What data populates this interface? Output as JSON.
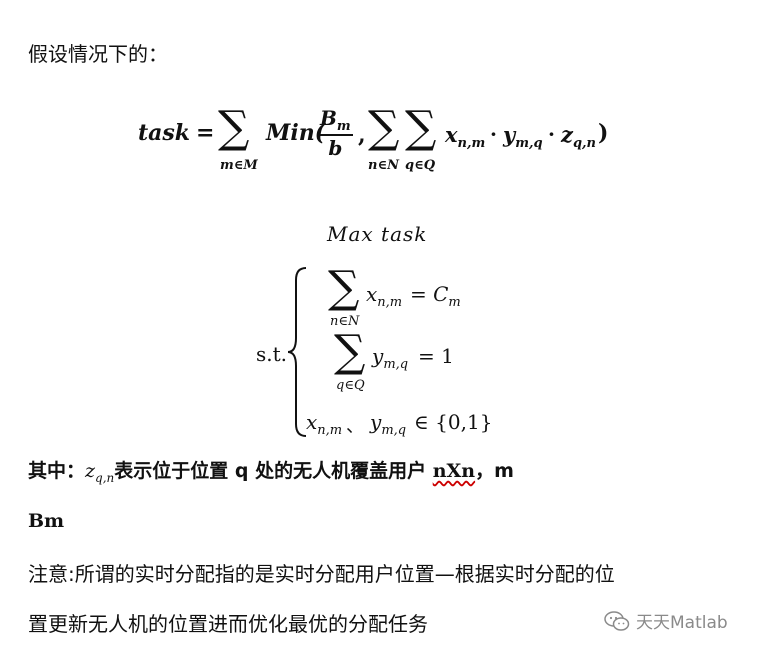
{
  "intro": "假设情况下的：",
  "task_eq": {
    "lhs": "task",
    "eq": "=",
    "min": "Min(",
    "frac_num": "B",
    "frac_num_sub": "m",
    "frac_den": "b",
    "comma": ",",
    "sum1_sub": "m∈M",
    "sum2_sub": "n∈N",
    "sum3_sub": "q∈Q",
    "x": "x",
    "x_sub": "n,m",
    "dot": "·",
    "y": "y",
    "y_sub": "m,q",
    "z": "z",
    "z_sub": "q,n",
    "close": ")"
  },
  "objective": "Max task",
  "constraints": {
    "st": "s.t.",
    "c1_sub": "n∈N",
    "c1_x": "x",
    "c1_x_sub": "n,m",
    "c1_rhs": "= C",
    "c1_rhs_sub": "m",
    "c2_sub": "q∈Q",
    "c2_y": "y",
    "c2_y_sub": "m,q",
    "c2_rhs": "= 1",
    "c3_x": "x",
    "c3_x_sub": "n,m",
    "c3_sep": "、",
    "c3_y": "y",
    "c3_y_sub": "m,q",
    "c3_rhs": "∈ {0,1}"
  },
  "where": {
    "prefix": "其中：",
    "z": "z",
    "z_sub": "q,n",
    "text": "表示位于位置 q 处的无人机覆盖用户 ",
    "nxn": "nXn",
    "rest": "，m"
  },
  "bm": "Bm",
  "note_line1": "注意:所谓的实时分配指的是实时分配用户位置—根据实时分配的位",
  "note_line2": "置更新无人机的位置进而优化最优的分配任务",
  "watermark": "天天Matlab"
}
